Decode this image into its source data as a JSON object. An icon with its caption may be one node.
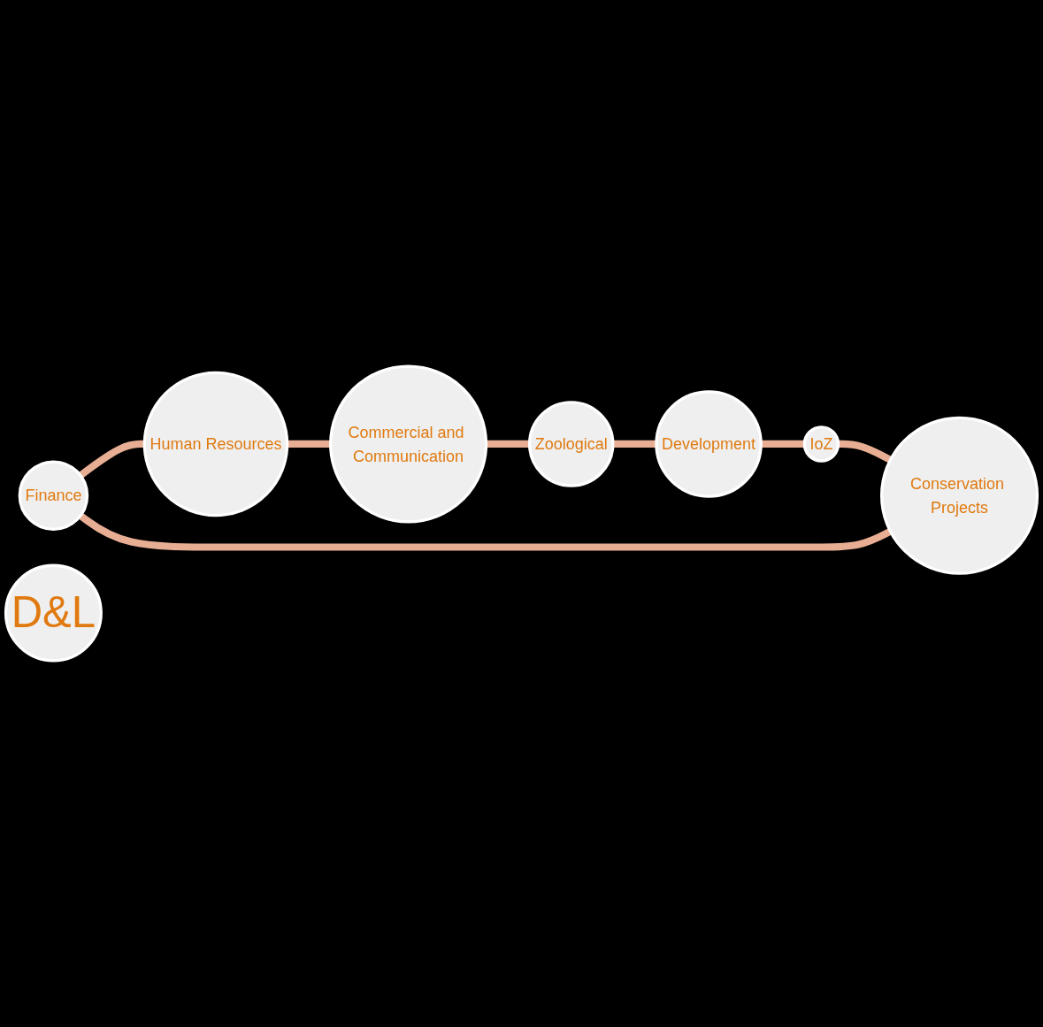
{
  "diagram": {
    "nodes": [
      {
        "text": [
          "Finance"
        ]
      },
      {
        "text": [
          "Human Resources"
        ]
      },
      {
        "text": [
          "Commercial and Communication"
        ]
      },
      {
        "text": [
          "Zoological"
        ]
      },
      {
        "text": [
          "Development"
        ]
      },
      {
        "text": [
          "IoZ"
        ]
      },
      {
        "text": [
          "Conservation Projects"
        ]
      },
      {
        "text": [
          "D&L"
        ]
      }
    ],
    "edges": [
      {
        "from": 0,
        "to": 1,
        "arrow": "none"
      },
      {
        "from": 1,
        "to": 2,
        "arrow": "none"
      },
      {
        "from": 2,
        "to": 3,
        "arrow": "none"
      },
      {
        "from": 3,
        "to": 4,
        "arrow": "none"
      },
      {
        "from": 4,
        "to": 5,
        "arrow": "none"
      },
      {
        "from": 5,
        "to": 6,
        "arrow": "none"
      },
      {
        "from": 6,
        "to": 0,
        "arrow": "none"
      }
    ]
  }
}
